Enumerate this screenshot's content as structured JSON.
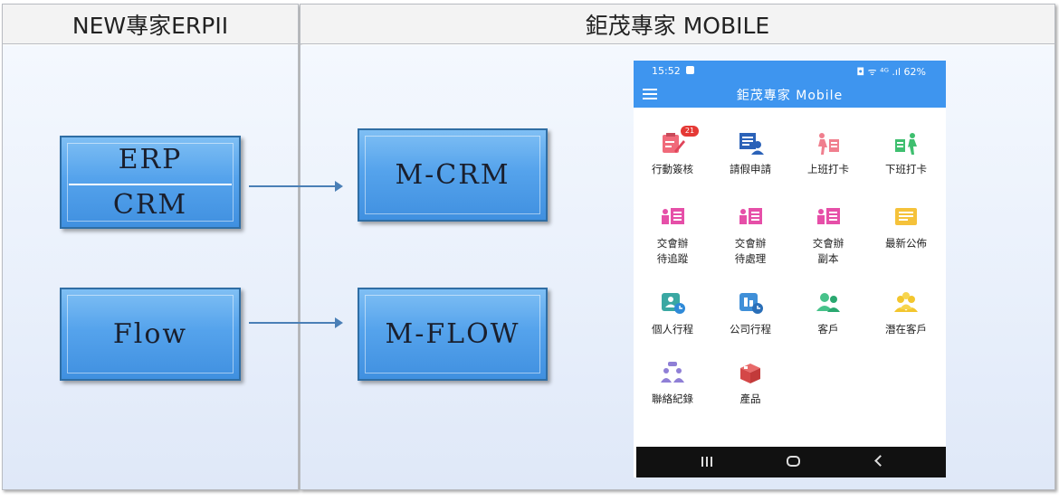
{
  "left_panel": {
    "title": "NEW專家ERPII"
  },
  "right_panel": {
    "title": "鉅茂專家 MOBILE"
  },
  "boxes": {
    "erp_top": "ERP",
    "erp_bottom": "CRM",
    "flow": "Flow",
    "mcrm": "M-CRM",
    "mflow": "M-FLOW"
  },
  "phone": {
    "status_time": "15:52",
    "status_right": "◘ ᯤ ⁴ᴳ .ıl 62%",
    "app_title": "鉅茂專家 Mobile",
    "tiles": [
      {
        "label": "行動簽核",
        "icon": "clipboard-edit-icon",
        "badge": "21"
      },
      {
        "label": "請假申請",
        "icon": "leave-form-person-icon"
      },
      {
        "label": "上班打卡",
        "icon": "clock-in-icon"
      },
      {
        "label": "下班打卡",
        "icon": "clock-out-icon"
      },
      {
        "label": "交會辦\n待追蹤",
        "icon": "meeting-track-icon"
      },
      {
        "label": "交會辦\n待處理",
        "icon": "meeting-pending-icon"
      },
      {
        "label": "交會辦\n副本",
        "icon": "meeting-copy-icon"
      },
      {
        "label": "最新公佈",
        "icon": "announcement-icon"
      },
      {
        "label": "個人行程",
        "icon": "personal-schedule-icon"
      },
      {
        "label": "公司行程",
        "icon": "company-schedule-icon"
      },
      {
        "label": "客戶",
        "icon": "customer-icon"
      },
      {
        "label": "潛在客戶",
        "icon": "potential-customer-icon"
      },
      {
        "label": "聯絡紀錄",
        "icon": "contact-record-icon"
      },
      {
        "label": "產品",
        "icon": "product-box-icon"
      }
    ]
  },
  "colors": {
    "box_fill": "#55a3ec",
    "arrow": "#4a7fb6",
    "appbar": "#3e95ef"
  }
}
